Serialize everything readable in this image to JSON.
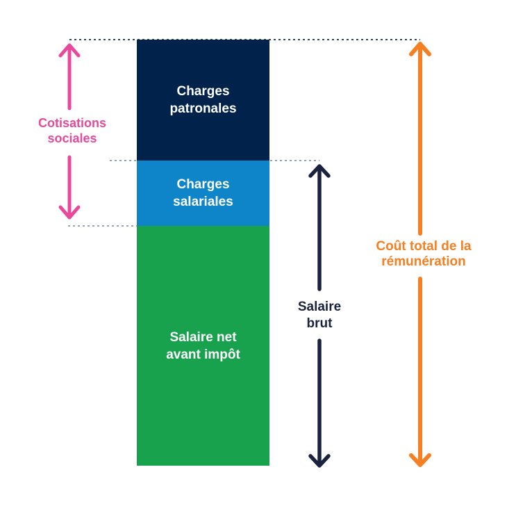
{
  "chart_data": {
    "type": "bar",
    "subtype": "stacked-conceptual",
    "title": "",
    "orientation": "vertical",
    "grid": false,
    "legend": false,
    "segments": [
      {
        "label": "Charges patronales",
        "color": "#00224b",
        "text_color": "#ffffff",
        "relative_height": 0.28
      },
      {
        "label": "Charges salariales",
        "color": "#0d85c8",
        "text_color": "#ffffff",
        "relative_height": 0.15
      },
      {
        "label": "Salaire net avant impôt",
        "color": "#18a24d",
        "text_color": "#ffffff",
        "relative_height": 0.57
      }
    ],
    "annotations": [
      {
        "label": "Cotisations sociales",
        "color": "#e8499c",
        "arrow": "double-vertical",
        "position": "left",
        "spans": [
          "Charges patronales",
          "Charges salariales"
        ]
      },
      {
        "label": "Salaire brut",
        "color": "#1b2240",
        "arrow": "double-vertical",
        "position": "center-right",
        "spans": [
          "Charges salariales",
          "Salaire net avant impôt"
        ]
      },
      {
        "label": "Coût total de la rémunération",
        "color": "#f57f22",
        "arrow": "double-vertical",
        "position": "right",
        "spans": [
          "Charges patronales",
          "Charges salariales",
          "Salaire net avant impôt"
        ]
      }
    ],
    "colors": {
      "navy": "#00224b",
      "blue": "#0d85c8",
      "green": "#18a24d",
      "pink": "#e8499c",
      "orange": "#f57f22",
      "ink": "#1b2240",
      "lineDark": "#34455e",
      "lineLight": "#93a4b5"
    }
  }
}
